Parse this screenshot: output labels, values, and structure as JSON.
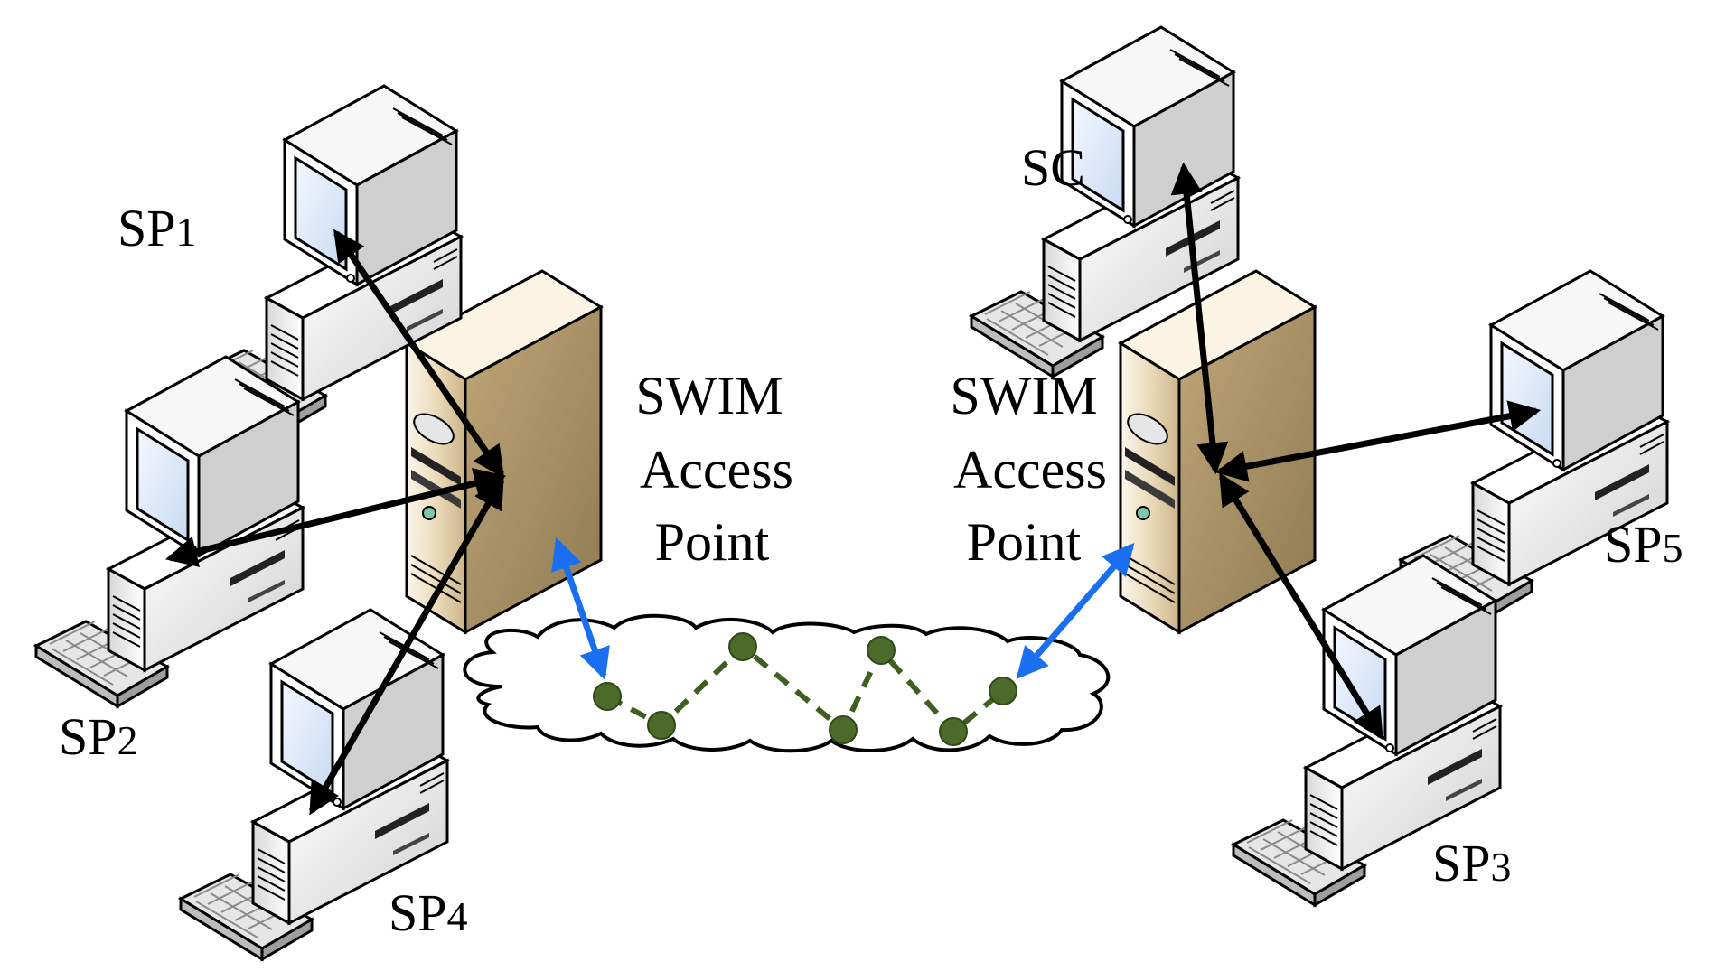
{
  "diagram": {
    "nodes": {
      "sp1": {
        "label": "SP1",
        "base": "SP",
        "sub": "1",
        "kind": "computer"
      },
      "sp2": {
        "label": "SP2",
        "base": "SP",
        "sub": "2",
        "kind": "computer"
      },
      "sp3": {
        "label": "SP3",
        "base": "SP",
        "sub": "3",
        "kind": "computer"
      },
      "sp4": {
        "label": "SP4",
        "base": "SP",
        "sub": "4",
        "kind": "computer"
      },
      "sp5": {
        "label": "SP5",
        "base": "SP",
        "sub": "5",
        "kind": "computer"
      },
      "sc": {
        "label": "SC",
        "kind": "computer"
      },
      "ap_left": {
        "lines": [
          "SWIM",
          "Access",
          "Point"
        ],
        "kind": "server"
      },
      "ap_right": {
        "lines": [
          "SWIM",
          "Access",
          "Point"
        ],
        "kind": "server"
      },
      "network": {
        "kind": "cloud",
        "hops": 6
      }
    },
    "edges": [
      {
        "from": "sp1",
        "to": "ap_left",
        "style": "bidirectional",
        "color": "#000000"
      },
      {
        "from": "sp2",
        "to": "ap_left",
        "style": "bidirectional",
        "color": "#000000"
      },
      {
        "from": "sp4",
        "to": "ap_left",
        "style": "bidirectional",
        "color": "#000000"
      },
      {
        "from": "sc",
        "to": "ap_right",
        "style": "bidirectional",
        "color": "#000000"
      },
      {
        "from": "sp5",
        "to": "ap_right",
        "style": "bidirectional",
        "color": "#000000"
      },
      {
        "from": "sp3",
        "to": "ap_right",
        "style": "bidirectional",
        "color": "#000000"
      },
      {
        "from": "ap_left",
        "to": "network",
        "style": "bidirectional",
        "color": "#1a6ff0"
      },
      {
        "from": "ap_right",
        "to": "network",
        "style": "bidirectional",
        "color": "#1a6ff0"
      }
    ],
    "colors": {
      "arrow": "#000000",
      "link": "#1a6ff0",
      "hop_node": "#4a6b2a",
      "hop_path": "#3f5f22",
      "server": "#e9d8b6",
      "computer": "#e6e6e6",
      "screen": "#dce8f8"
    }
  }
}
